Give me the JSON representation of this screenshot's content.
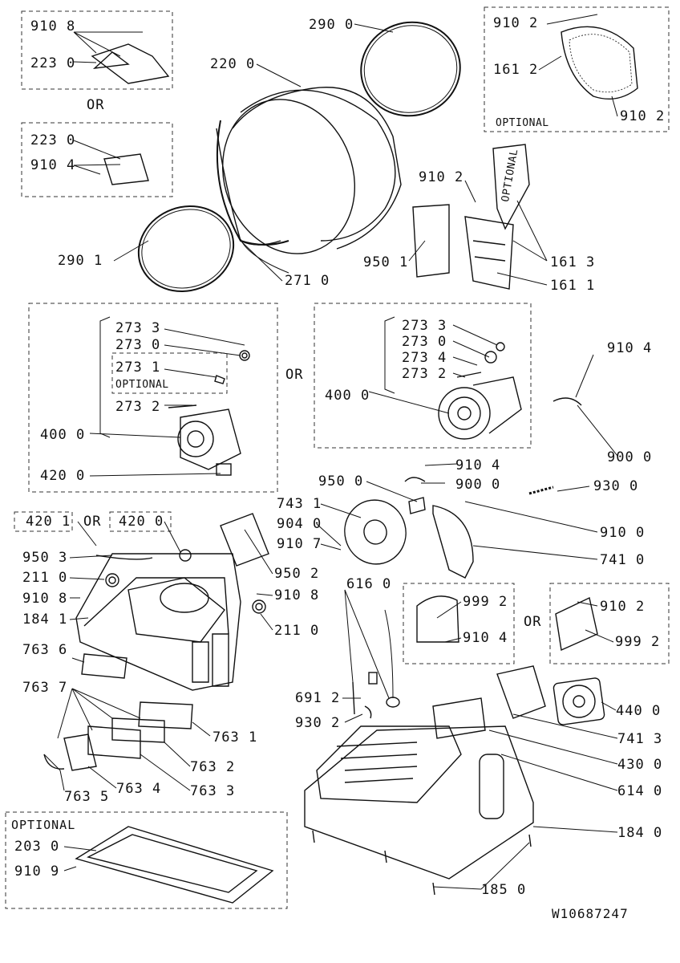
{
  "labels": {
    "l_910_8_a": "910 8",
    "l_223_0_a": "223 0",
    "l_or_1": "OR",
    "l_223_0_b": "223 0",
    "l_910_4_a": "910 4",
    "l_290_0": "290 0",
    "l_220_0": "220 0",
    "l_290_1": "290 1",
    "l_271_0": "271 0",
    "l_910_2_a": "910 2",
    "l_161_2": "161 2",
    "l_910_2_b": "910 2",
    "l_optional_1": "OPTIONAL",
    "l_optional_v": "OPTIONAL",
    "l_910_2_c": "910 2",
    "l_950_1": "950 1",
    "l_161_3": "161 3",
    "l_161_1": "161 1",
    "l_273_3_a": "273 3",
    "l_273_0_a": "273 0",
    "l_273_1": "273 1",
    "l_optional_2": "OPTIONAL",
    "l_273_2_a": "273 2",
    "l_400_0_a": "400 0",
    "l_420_0_a": "420 0",
    "l_or_2": "OR",
    "l_273_3_b": "273 3",
    "l_273_0_b": "273 0",
    "l_273_4": "273 4",
    "l_273_2_b": "273 2",
    "l_400_0_b": "400 0",
    "l_910_4_b": "910 4",
    "l_900_0_a": "900 0",
    "l_910_4_c": "910 4",
    "l_900_0_b": "900 0",
    "l_950_0": "950 0",
    "l_930_0": "930 0",
    "l_743_1": "743 1",
    "l_904_0": "904 0",
    "l_910_7": "910 7",
    "l_910_0": "910 0",
    "l_741_0": "741 0",
    "l_420_1": "420 1",
    "l_or_3": "OR",
    "l_420_0_b": "420 0",
    "l_950_3": "950 3",
    "l_211_0_a": "211 0",
    "l_910_8_b": "910 8",
    "l_184_1": "184 1",
    "l_950_2": "950 2",
    "l_910_8_c": "910 8",
    "l_211_0_b": "211 0",
    "l_616_0": "616 0",
    "l_999_2_a": "999 2",
    "l_910_4_d": "910 4",
    "l_or_4": "OR",
    "l_910_2_d": "910 2",
    "l_999_2_b": "999 2",
    "l_763_6": "763 6",
    "l_763_7": "763 7",
    "l_763_1": "763 1",
    "l_763_2": "763 2",
    "l_763_3": "763 3",
    "l_763_4": "763 4",
    "l_763_5": "763 5",
    "l_691_2": "691 2",
    "l_930_2": "930 2",
    "l_440_0": "440 0",
    "l_741_3": "741 3",
    "l_430_0": "430 0",
    "l_614_0": "614 0",
    "l_184_0": "184 0",
    "l_185_0": "185 0",
    "l_optional_3": "OPTIONAL",
    "l_203_0": "203 0",
    "l_910_9": "910 9",
    "l_doc": "W10687247"
  },
  "colors": {
    "line": "#111111",
    "dash": "#333333"
  }
}
